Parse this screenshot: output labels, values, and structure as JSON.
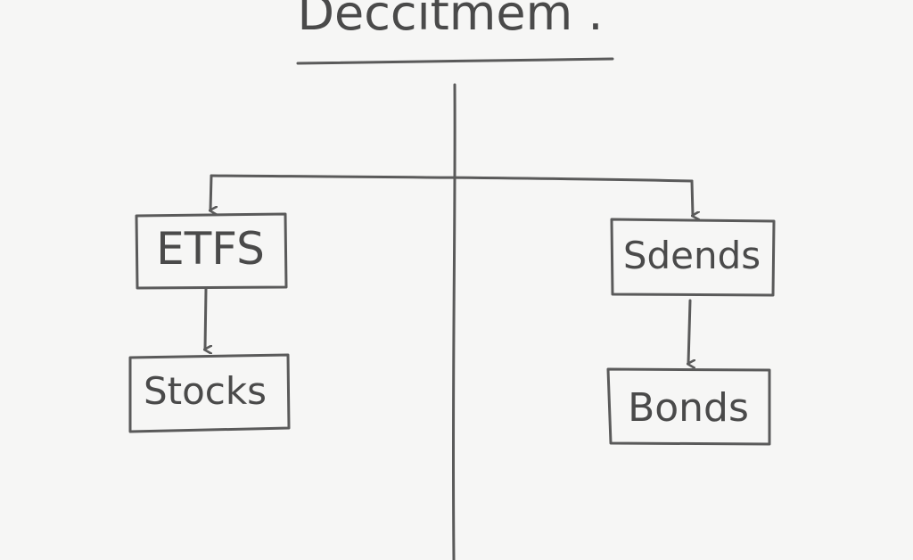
{
  "title": "Deccitmem .",
  "nodes": {
    "etfs": "ETFS",
    "stocks": "Stocks",
    "sdends": "Sdends",
    "bonds": "Bonds"
  },
  "colors": {
    "ink": "#5a5a5a",
    "text": "#4a4a4a",
    "background": "#f6f6f5"
  }
}
